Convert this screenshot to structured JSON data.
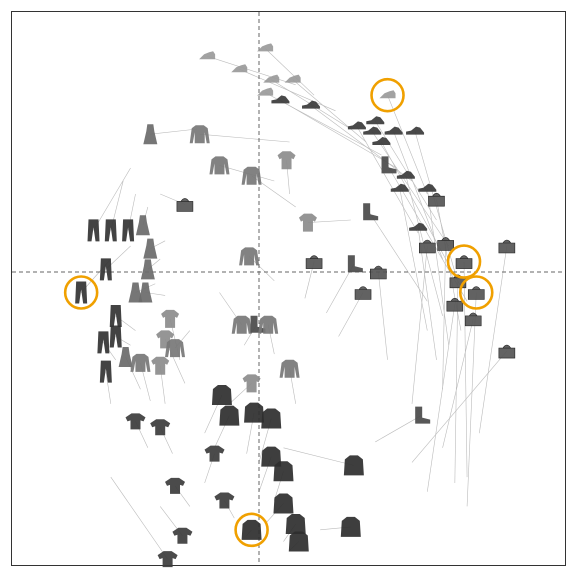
{
  "figure": {
    "background": "#ffffff",
    "frame_color": "#333333",
    "axis_line_color": "#666666",
    "link_line_color": "#bbbbbb",
    "highlight_color": "#f0a000"
  },
  "chart_data": {
    "type": "scatter",
    "title": "",
    "xlabel": "",
    "ylabel": "",
    "grid": false,
    "legend": "none",
    "xlim": [
      -1,
      1
    ],
    "ylim": [
      -1,
      1
    ],
    "reference_lines": {
      "x": 0,
      "y": 0,
      "style": "dashed"
    },
    "points": [
      {
        "item": "sandal",
        "x": -0.21,
        "y": 0.83,
        "tx": 0.12,
        "ty": 0.72
      },
      {
        "item": "sandal",
        "x": 0.02,
        "y": 0.86,
        "tx": 0.18,
        "ty": 0.68
      },
      {
        "item": "sandal",
        "x": -0.08,
        "y": 0.78,
        "tx": 0.25,
        "ty": 0.62
      },
      {
        "item": "sandal",
        "x": 0.04,
        "y": 0.74,
        "tx": 0.3,
        "ty": 0.55
      },
      {
        "item": "sandal",
        "x": 0.11,
        "y": 0.74,
        "tx": 0.35,
        "ty": 0.5
      },
      {
        "item": "sandal",
        "x": 0.02,
        "y": 0.69,
        "tx": 0.4,
        "ty": 0.45
      },
      {
        "item": "sneaker",
        "x": 0.07,
        "y": 0.66,
        "tx": 0.45,
        "ty": 0.4
      },
      {
        "item": "sneaker",
        "x": 0.17,
        "y": 0.64,
        "tx": 0.5,
        "ty": 0.35
      },
      {
        "item": "sandal",
        "x": 0.42,
        "y": 0.68,
        "tx": 0.55,
        "ty": 0.3,
        "highlight": true
      },
      {
        "item": "sneaker",
        "x": 0.38,
        "y": 0.58,
        "tx": 0.58,
        "ty": 0.2
      },
      {
        "item": "sneaker",
        "x": 0.32,
        "y": 0.56,
        "tx": 0.52,
        "ty": 0.15
      },
      {
        "item": "sneaker",
        "x": 0.37,
        "y": 0.54,
        "tx": 0.62,
        "ty": 0.1
      },
      {
        "item": "sneaker",
        "x": 0.44,
        "y": 0.54,
        "tx": 0.6,
        "ty": 0.05
      },
      {
        "item": "sneaker",
        "x": 0.51,
        "y": 0.54,
        "tx": 0.64,
        "ty": 0.0
      },
      {
        "item": "sneaker",
        "x": 0.4,
        "y": 0.5,
        "tx": 0.66,
        "ty": -0.05
      },
      {
        "item": "ankle-boot",
        "x": 0.42,
        "y": 0.41,
        "tx": 0.68,
        "ty": -0.1
      },
      {
        "item": "sneaker",
        "x": 0.48,
        "y": 0.37,
        "tx": 0.6,
        "ty": -0.15
      },
      {
        "item": "sneaker",
        "x": 0.46,
        "y": 0.32,
        "tx": 0.55,
        "ty": -0.2
      },
      {
        "item": "sneaker",
        "x": 0.55,
        "y": 0.32,
        "tx": 0.62,
        "ty": -0.25
      },
      {
        "item": "bag",
        "x": 0.58,
        "y": 0.28,
        "tx": 0.66,
        "ty": -0.2
      },
      {
        "item": "ankle-boot",
        "x": 0.36,
        "y": 0.23,
        "tx": 0.55,
        "ty": -0.1
      },
      {
        "item": "sneaker",
        "x": 0.52,
        "y": 0.17,
        "tx": 0.58,
        "ty": -0.3
      },
      {
        "item": "bag",
        "x": 0.61,
        "y": 0.11,
        "tx": 0.6,
        "ty": -0.4
      },
      {
        "item": "bag",
        "x": 0.55,
        "y": 0.1,
        "tx": 0.5,
        "ty": -0.45
      },
      {
        "item": "bag",
        "x": 0.81,
        "y": 0.1,
        "tx": 0.72,
        "ty": -0.55
      },
      {
        "item": "bag",
        "x": 0.67,
        "y": 0.04,
        "tx": 0.68,
        "ty": -0.7,
        "highlight": true
      },
      {
        "item": "bag",
        "x": 0.65,
        "y": -0.03,
        "tx": 0.64,
        "ty": -0.72
      },
      {
        "item": "bag",
        "x": 0.71,
        "y": -0.07,
        "tx": 0.68,
        "ty": -0.8,
        "highlight": true
      },
      {
        "item": "bag",
        "x": 0.64,
        "y": -0.11,
        "tx": 0.55,
        "ty": -0.75
      },
      {
        "item": "bag",
        "x": 0.7,
        "y": -0.16,
        "tx": 0.6,
        "ty": -0.6
      },
      {
        "item": "bag",
        "x": 0.81,
        "y": -0.27,
        "tx": 0.5,
        "ty": -0.65
      },
      {
        "item": "bag",
        "x": 0.18,
        "y": 0.04,
        "tx": 0.15,
        "ty": -0.09
      },
      {
        "item": "ankle-boot",
        "x": 0.31,
        "y": 0.03,
        "tx": 0.22,
        "ty": -0.14
      },
      {
        "item": "bag",
        "x": 0.39,
        "y": 0.0,
        "tx": 0.42,
        "ty": -0.3
      },
      {
        "item": "bag",
        "x": 0.34,
        "y": -0.07,
        "tx": 0.26,
        "ty": -0.22
      },
      {
        "item": "ankle-boot",
        "x": 0.53,
        "y": -0.49,
        "tx": 0.38,
        "ty": -0.58
      },
      {
        "item": "dress",
        "x": -0.44,
        "y": 0.53,
        "tx": -0.25,
        "ty": 0.55
      },
      {
        "item": "pullover",
        "x": -0.24,
        "y": 0.53,
        "tx": 0.1,
        "ty": 0.5
      },
      {
        "item": "pullover",
        "x": -0.16,
        "y": 0.41,
        "tx": 0.05,
        "ty": 0.35
      },
      {
        "item": "shirt",
        "x": 0.09,
        "y": 0.43,
        "tx": 0.1,
        "ty": 0.3
      },
      {
        "item": "pullover",
        "x": -0.03,
        "y": 0.37,
        "tx": 0.12,
        "ty": 0.25
      },
      {
        "item": "bag",
        "x": -0.3,
        "y": 0.26,
        "tx": -0.4,
        "ty": 0.3
      },
      {
        "item": "shirt",
        "x": 0.16,
        "y": 0.19,
        "tx": 0.3,
        "ty": 0.2
      },
      {
        "item": "pullover",
        "x": -0.04,
        "y": 0.06,
        "tx": 0.05,
        "ty": -0.03
      },
      {
        "item": "trouser",
        "x": -0.67,
        "y": 0.16,
        "tx": -0.52,
        "ty": 0.4
      },
      {
        "item": "trouser",
        "x": -0.6,
        "y": 0.16,
        "tx": -0.55,
        "ty": 0.35
      },
      {
        "item": "trouser",
        "x": -0.53,
        "y": 0.16,
        "tx": -0.5,
        "ty": 0.3
      },
      {
        "item": "dress",
        "x": -0.47,
        "y": 0.18,
        "tx": -0.45,
        "ty": 0.25
      },
      {
        "item": "trouser",
        "x": -0.62,
        "y": 0.01,
        "tx": -0.52,
        "ty": 0.1
      },
      {
        "item": "trouser",
        "x": -0.72,
        "y": -0.07,
        "tx": -0.6,
        "ty": 0.05,
        "highlight": true
      },
      {
        "item": "dress",
        "x": -0.44,
        "y": 0.09,
        "tx": -0.38,
        "ty": 0.12
      },
      {
        "item": "dress",
        "x": -0.45,
        "y": 0.01,
        "tx": -0.4,
        "ty": 0.05
      },
      {
        "item": "dress",
        "x": -0.5,
        "y": -0.07,
        "tx": -0.42,
        "ty": -0.04
      },
      {
        "item": "dress",
        "x": -0.46,
        "y": -0.07,
        "tx": -0.38,
        "ty": -0.08
      },
      {
        "item": "trouser",
        "x": -0.58,
        "y": -0.15,
        "tx": -0.5,
        "ty": -0.2
      },
      {
        "item": "trouser",
        "x": -0.63,
        "y": -0.24,
        "tx": -0.58,
        "ty": -0.3
      },
      {
        "item": "trouser",
        "x": -0.58,
        "y": -0.22,
        "tx": -0.52,
        "ty": -0.25
      },
      {
        "item": "shirt",
        "x": -0.36,
        "y": -0.16,
        "tx": -0.32,
        "ty": -0.3
      },
      {
        "item": "shirt",
        "x": -0.38,
        "y": -0.23,
        "tx": -0.3,
        "ty": -0.38
      },
      {
        "item": "pullover",
        "x": -0.34,
        "y": -0.26,
        "tx": -0.28,
        "ty": -0.2
      },
      {
        "item": "dress",
        "x": -0.54,
        "y": -0.29,
        "tx": -0.48,
        "ty": -0.4
      },
      {
        "item": "pullover",
        "x": -0.48,
        "y": -0.31,
        "tx": -0.44,
        "ty": -0.44
      },
      {
        "item": "shirt",
        "x": -0.4,
        "y": -0.32,
        "tx": -0.38,
        "ty": -0.45
      },
      {
        "item": "trouser",
        "x": -0.62,
        "y": -0.34,
        "tx": -0.6,
        "ty": -0.45
      },
      {
        "item": "pullover",
        "x": -0.07,
        "y": -0.18,
        "tx": -0.16,
        "ty": -0.07
      },
      {
        "item": "ankle-boot",
        "x": -0.01,
        "y": -0.18,
        "tx": -0.06,
        "ty": -0.25
      },
      {
        "item": "pullover",
        "x": 0.03,
        "y": -0.18,
        "tx": 0.05,
        "ty": -0.28
      },
      {
        "item": "pullover",
        "x": 0.1,
        "y": -0.33,
        "tx": 0.12,
        "ty": -0.45
      },
      {
        "item": "shirt",
        "x": -0.03,
        "y": -0.38,
        "tx": -0.12,
        "ty": -0.45
      },
      {
        "item": "coat",
        "x": -0.15,
        "y": -0.42,
        "tx": -0.22,
        "ty": -0.55
      },
      {
        "item": "coat",
        "x": -0.12,
        "y": -0.49,
        "tx": -0.18,
        "ty": -0.6
      },
      {
        "item": "coat",
        "x": -0.02,
        "y": -0.48,
        "tx": -0.05,
        "ty": -0.62
      },
      {
        "item": "coat",
        "x": 0.04,
        "y": -0.5,
        "tx": 0.0,
        "ty": -0.65
      },
      {
        "item": "coat",
        "x": 0.31,
        "y": -0.66,
        "tx": 0.08,
        "ty": -0.6
      },
      {
        "item": "tshirt",
        "x": -0.5,
        "y": -0.51,
        "tx": -0.45,
        "ty": -0.6
      },
      {
        "item": "tshirt",
        "x": -0.4,
        "y": -0.53,
        "tx": -0.35,
        "ty": -0.62
      },
      {
        "item": "tshirt",
        "x": -0.18,
        "y": -0.62,
        "tx": -0.22,
        "ty": -0.72
      },
      {
        "item": "coat",
        "x": 0.04,
        "y": -0.63,
        "tx": 0.0,
        "ty": -0.75
      },
      {
        "item": "coat",
        "x": 0.08,
        "y": -0.68,
        "tx": 0.05,
        "ty": -0.78
      },
      {
        "item": "tshirt",
        "x": -0.34,
        "y": -0.73,
        "tx": -0.28,
        "ty": -0.8
      },
      {
        "item": "tshirt",
        "x": -0.14,
        "y": -0.78,
        "tx": -0.1,
        "ty": -0.84
      },
      {
        "item": "coat",
        "x": 0.08,
        "y": -0.79,
        "tx": 0.02,
        "ty": -0.86
      },
      {
        "item": "coat",
        "x": -0.03,
        "y": -0.88,
        "tx": -0.05,
        "ty": -0.9,
        "highlight": true
      },
      {
        "item": "coat",
        "x": 0.12,
        "y": -0.86,
        "tx": 0.08,
        "ty": -0.92
      },
      {
        "item": "coat",
        "x": 0.13,
        "y": -0.92,
        "tx": 0.1,
        "ty": -0.95
      },
      {
        "item": "coat",
        "x": 0.3,
        "y": -0.87,
        "tx": 0.2,
        "ty": -0.88
      },
      {
        "item": "tshirt",
        "x": -0.31,
        "y": -0.9,
        "tx": -0.4,
        "ty": -0.8
      },
      {
        "item": "tshirt",
        "x": -0.37,
        "y": -0.98,
        "tx": -0.6,
        "ty": -0.7
      }
    ]
  }
}
